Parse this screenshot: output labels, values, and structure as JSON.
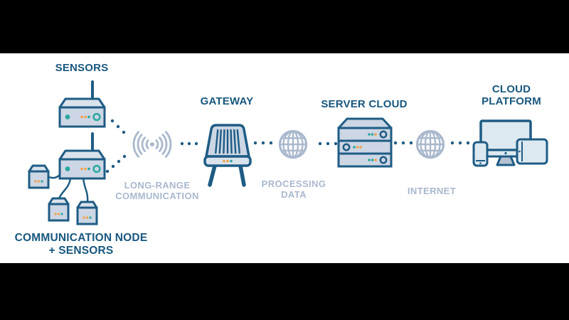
{
  "colors": {
    "letterbox": "#000000",
    "background": "#ffffff",
    "outline_dark": "#1e5c85",
    "label_dark": "#17577f",
    "label_muted": "#a9b8cd",
    "icon_muted": "#a9b8cd",
    "fill_light": "#ccd6e4",
    "fill_lighter": "#dae2ec",
    "screen_fill": "#dde9f0",
    "stand_fill": "#b6c2d2",
    "teal": "#2aa79f",
    "orange": "#f2a149"
  },
  "labels": {
    "sensors": "SENSORS",
    "communication_node_line1": "COMMUNICATION NODE",
    "communication_node_line2": "+ SENSORS",
    "gateway": "GATEWAY",
    "server_cloud": "SERVER CLOUD",
    "cloud_platform_line1": "CLOUD",
    "cloud_platform_line2": "PLATFORM",
    "long_range_line1": "LONG-RANGE",
    "long_range_line2": "COMMUNICATION",
    "processing_line1": "PROCESSING",
    "processing_line2": "DATA",
    "internet": "INTERNET"
  },
  "icons": {
    "sensors": "sensor-device-icon",
    "communication_node": "communication-node-with-sensor-boxes-icon",
    "long_range": "wireless-signal-icon",
    "gateway": "gateway-router-icon",
    "processing_data": "globe-icon",
    "server_cloud": "server-rack-icon",
    "internet": "globe-icon",
    "cloud_platform": "monitor-smartphone-tablet-icons"
  }
}
